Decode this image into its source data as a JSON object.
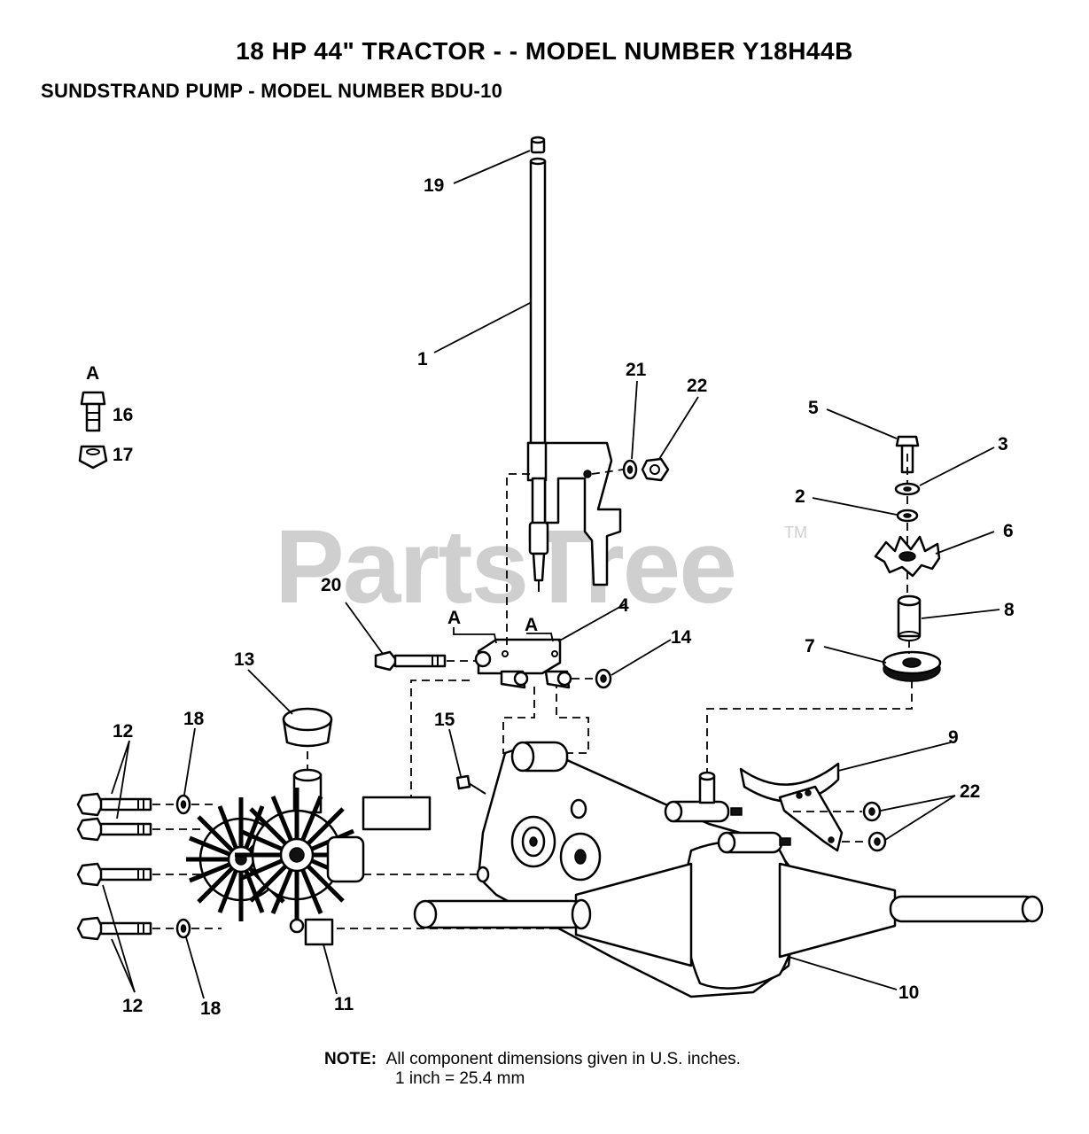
{
  "title": "18 HP 44\" TRACTOR - - MODEL NUMBER Y18H44B",
  "subtitle": "SUNDSTRAND PUMP -  MODEL NUMBER BDU-10",
  "watermark": {
    "text": "PartsTree",
    "tm": "TM",
    "color": "#cfcfcf"
  },
  "callouts": {
    "c1": "1",
    "c2": "2",
    "c3": "3",
    "c4": "4",
    "c5": "5",
    "c6": "6",
    "c7": "7",
    "c8": "8",
    "c9": "9",
    "c10": "10",
    "c11": "11",
    "c12a": "12",
    "c12b": "12",
    "c13": "13",
    "c14": "14",
    "c15": "15",
    "c16": "16",
    "c17": "17",
    "c18a": "18",
    "c18b": "18",
    "c19": "19",
    "c20": "20",
    "c21": "21",
    "c22a": "22",
    "c22b": "22",
    "a_legend": "A",
    "a_left": "A",
    "a_right": "A"
  },
  "note": {
    "label": "NOTE:",
    "line1": "All component dimensions given in U.S. inches.",
    "line2": "1 inch = 25.4 mm"
  }
}
